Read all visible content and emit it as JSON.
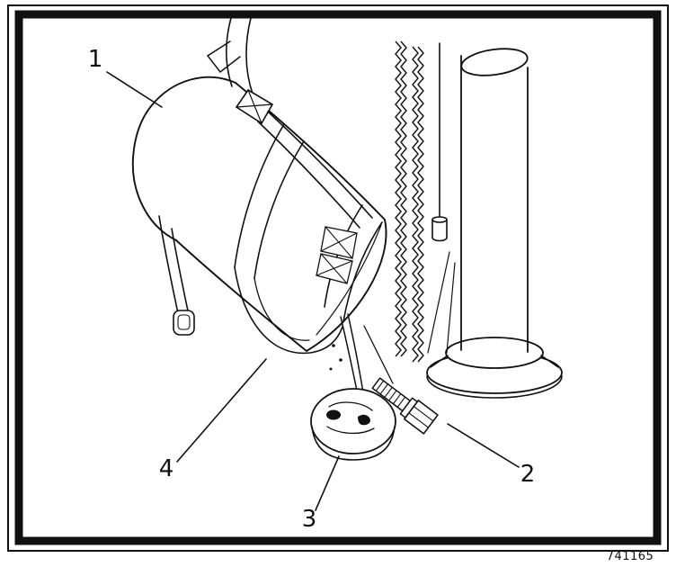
{
  "figure": {
    "number": "741165",
    "callouts": [
      {
        "label": "1"
      },
      {
        "label": "2"
      },
      {
        "label": "3"
      },
      {
        "label": "4"
      }
    ]
  }
}
